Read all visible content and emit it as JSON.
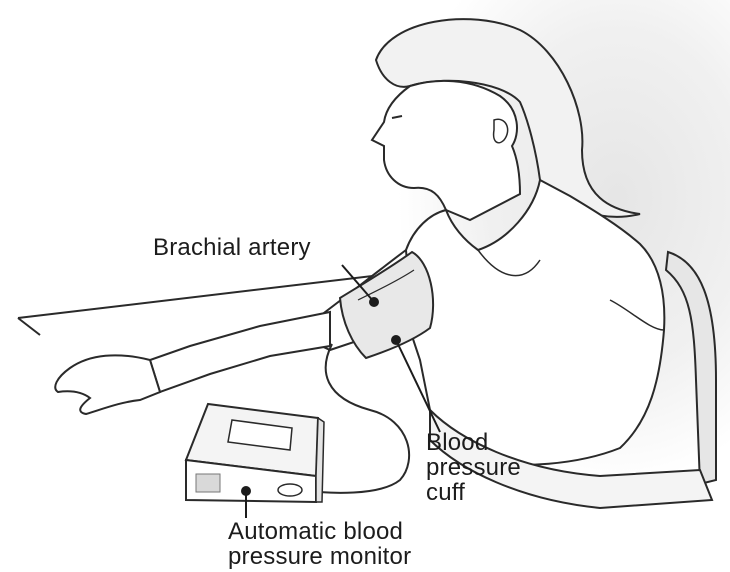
{
  "labels": {
    "brachial_artery": "Brachial artery",
    "cuff": "Blood\npressure\ncuff",
    "monitor": "Automatic blood\npressure monitor"
  },
  "colors": {
    "ink": "#1c1c1c",
    "shade": "#d9d9d9",
    "background": "#ffffff"
  }
}
